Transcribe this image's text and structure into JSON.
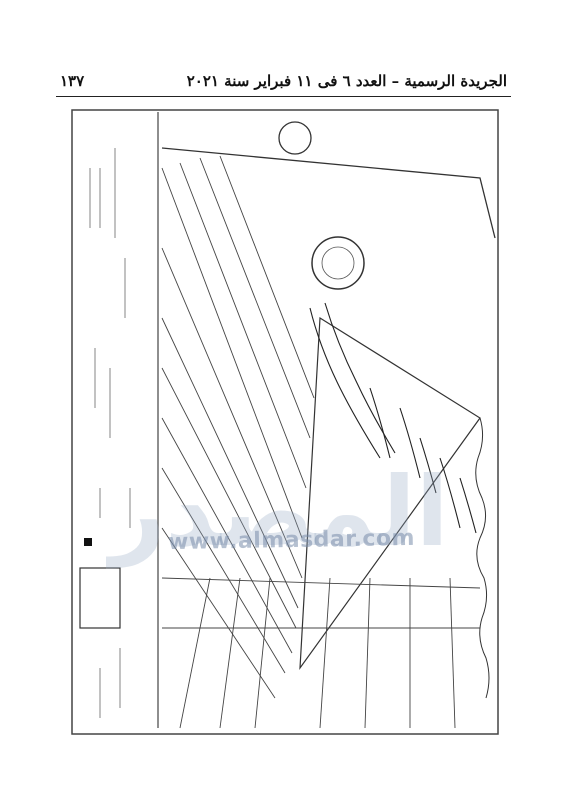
{
  "header": {
    "page_number": "١٣٧",
    "publication_line": "الجريدة الرسمية – العدد ٦ فى ١١ فبراير سنة ٢٠٢١"
  },
  "watermark": {
    "url": "www.almasdar.com",
    "brand": "المصدر"
  },
  "colors": {
    "text": "#111111",
    "watermark_blue": "#96aac3",
    "plot_ink": "#333333"
  }
}
